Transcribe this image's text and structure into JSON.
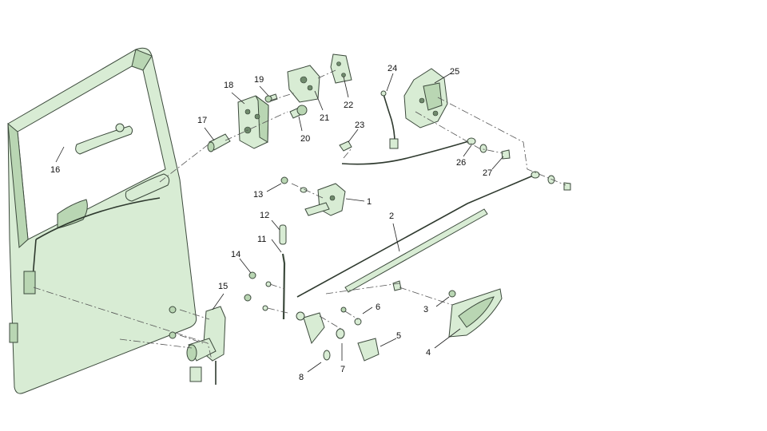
{
  "callouts": [
    "1",
    "2",
    "3",
    "4",
    "5",
    "6",
    "7",
    "8",
    "11",
    "12",
    "14",
    "15",
    "16",
    "17",
    "18",
    "19",
    "20",
    "21",
    "22",
    "23",
    "24",
    "25",
    "26",
    "27",
    "13"
  ],
  "colors": {
    "part_fill": "#d8ecd4",
    "part_shade": "#b9d6b3",
    "outline": "#3c4a3c"
  }
}
